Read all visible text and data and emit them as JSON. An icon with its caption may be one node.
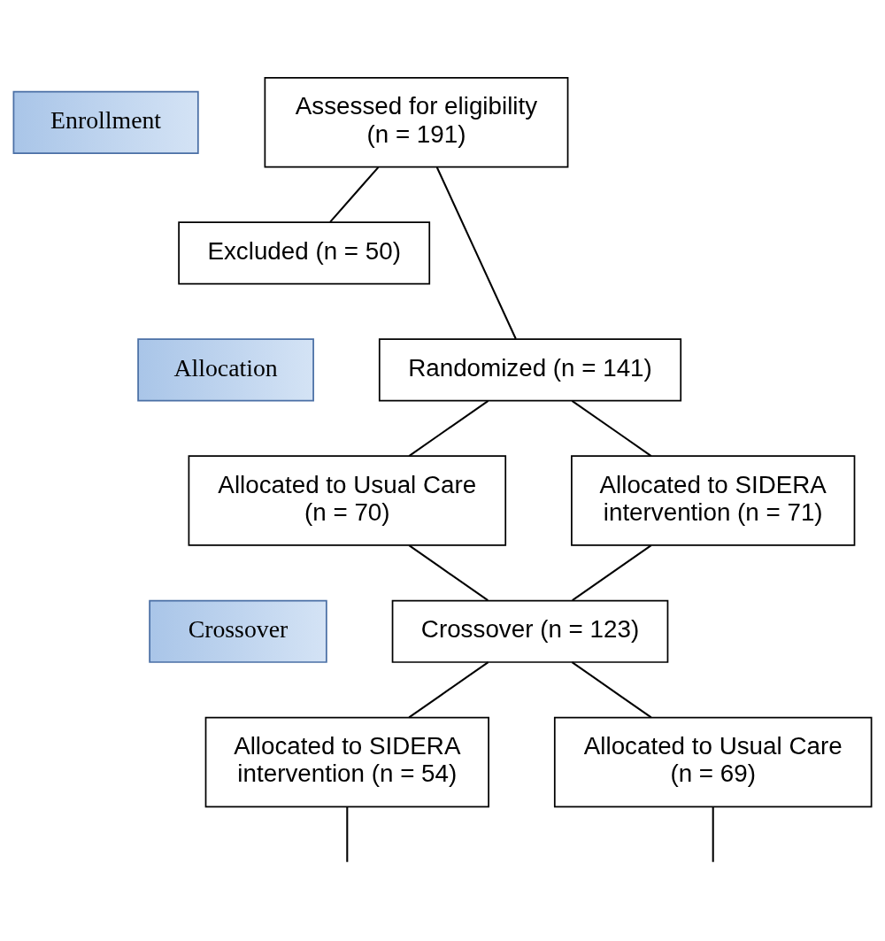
{
  "diagram": {
    "nodes": [
      {
        "text": [
          "Enrollment"
        ]
      },
      {
        "text": [
          "Allocation"
        ]
      },
      {
        "text": [
          "Crossover"
        ]
      },
      {
        "text": [
          "Assessed for eligibility (n = 191)"
        ]
      },
      {
        "text": [
          "Excluded (n = 50)"
        ]
      },
      {
        "text": [
          "Randomized (n = 141)"
        ]
      },
      {
        "text": [
          "Allocated to Usual Care (n = 70)"
        ]
      },
      {
        "text": [
          "Allocated to SIDERA intervention (n = 71)"
        ]
      },
      {
        "text": [
          "Crossover (n = 123)"
        ]
      },
      {
        "text": [
          "Allocated to SIDERA intervention (n = 54)"
        ]
      },
      {
        "text": [
          "Allocated to Usual Care (n = 69)"
        ]
      }
    ],
    "edges": [
      {
        "from": 3,
        "to": 5,
        "arrow": "none"
      },
      {
        "from": 3,
        "to": 4,
        "arrow": "none"
      },
      {
        "from": 5,
        "to": 6,
        "arrow": "none"
      },
      {
        "from": 5,
        "to": 7,
        "arrow": "none"
      },
      {
        "from": 6,
        "to": 8,
        "arrow": "none"
      },
      {
        "from": 7,
        "to": 8,
        "arrow": "none"
      },
      {
        "from": 8,
        "to": 9,
        "arrow": "none"
      },
      {
        "from": 8,
        "to": 10,
        "arrow": "none"
      },
      {
        "from": 9,
        "to": null,
        "arrow": "none"
      },
      {
        "from": 10,
        "to": null,
        "arrow": "none"
      }
    ]
  }
}
